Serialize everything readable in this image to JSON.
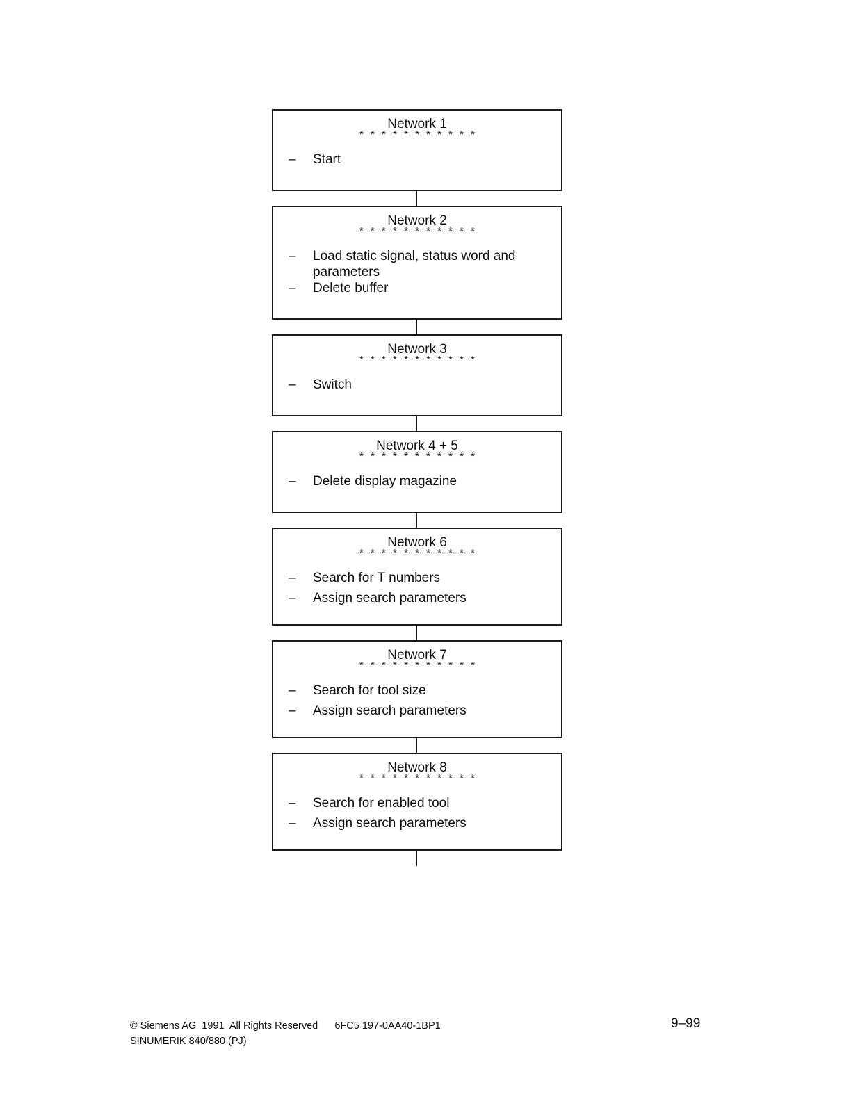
{
  "diagram": {
    "stars": "* * * * * * * * * * *",
    "blocks": [
      {
        "title": "Network 1",
        "items": [
          "Start"
        ]
      },
      {
        "title": "Network 2",
        "items": [
          "Load static signal, status word and parameters",
          "Delete buffer"
        ]
      },
      {
        "title": "Network 3",
        "items": [
          "Switch"
        ]
      },
      {
        "title": "Network 4 + 5",
        "items": [
          "Delete display magazine"
        ]
      },
      {
        "title": "Network 6",
        "items": [
          "Search for T numbers",
          "Assign search parameters"
        ]
      },
      {
        "title": "Network 7",
        "items": [
          "Search for tool size",
          "Assign search parameters"
        ]
      },
      {
        "title": "Network 8",
        "items": [
          "Search for enabled tool",
          "Assign search parameters"
        ]
      }
    ],
    "bullet": "–"
  },
  "footer": {
    "copyright": "© Siemens AG  1991  All Rights Reserved      6FC5 197-0AA40-1BP1",
    "product": "SINUMERIK 840/880 (PJ)",
    "page_number": "9–99"
  }
}
